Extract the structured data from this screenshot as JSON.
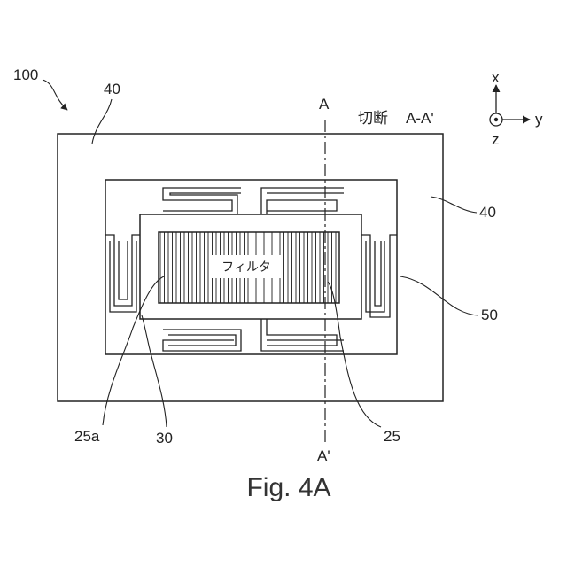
{
  "figure": {
    "title": "Fig. 4A",
    "labels": {
      "device": "100",
      "frame_top": "40",
      "frame_right": "40",
      "spring": "50",
      "filter_edge": "25a",
      "membrane": "30",
      "filter_area": "25",
      "filter_text": "フィルタ"
    },
    "section": {
      "top_marker": "A",
      "bottom_marker": "A'",
      "caption": "切断",
      "caption_ref": "A-A'"
    },
    "axes": {
      "x": "x",
      "y": "y",
      "z": "z"
    }
  }
}
